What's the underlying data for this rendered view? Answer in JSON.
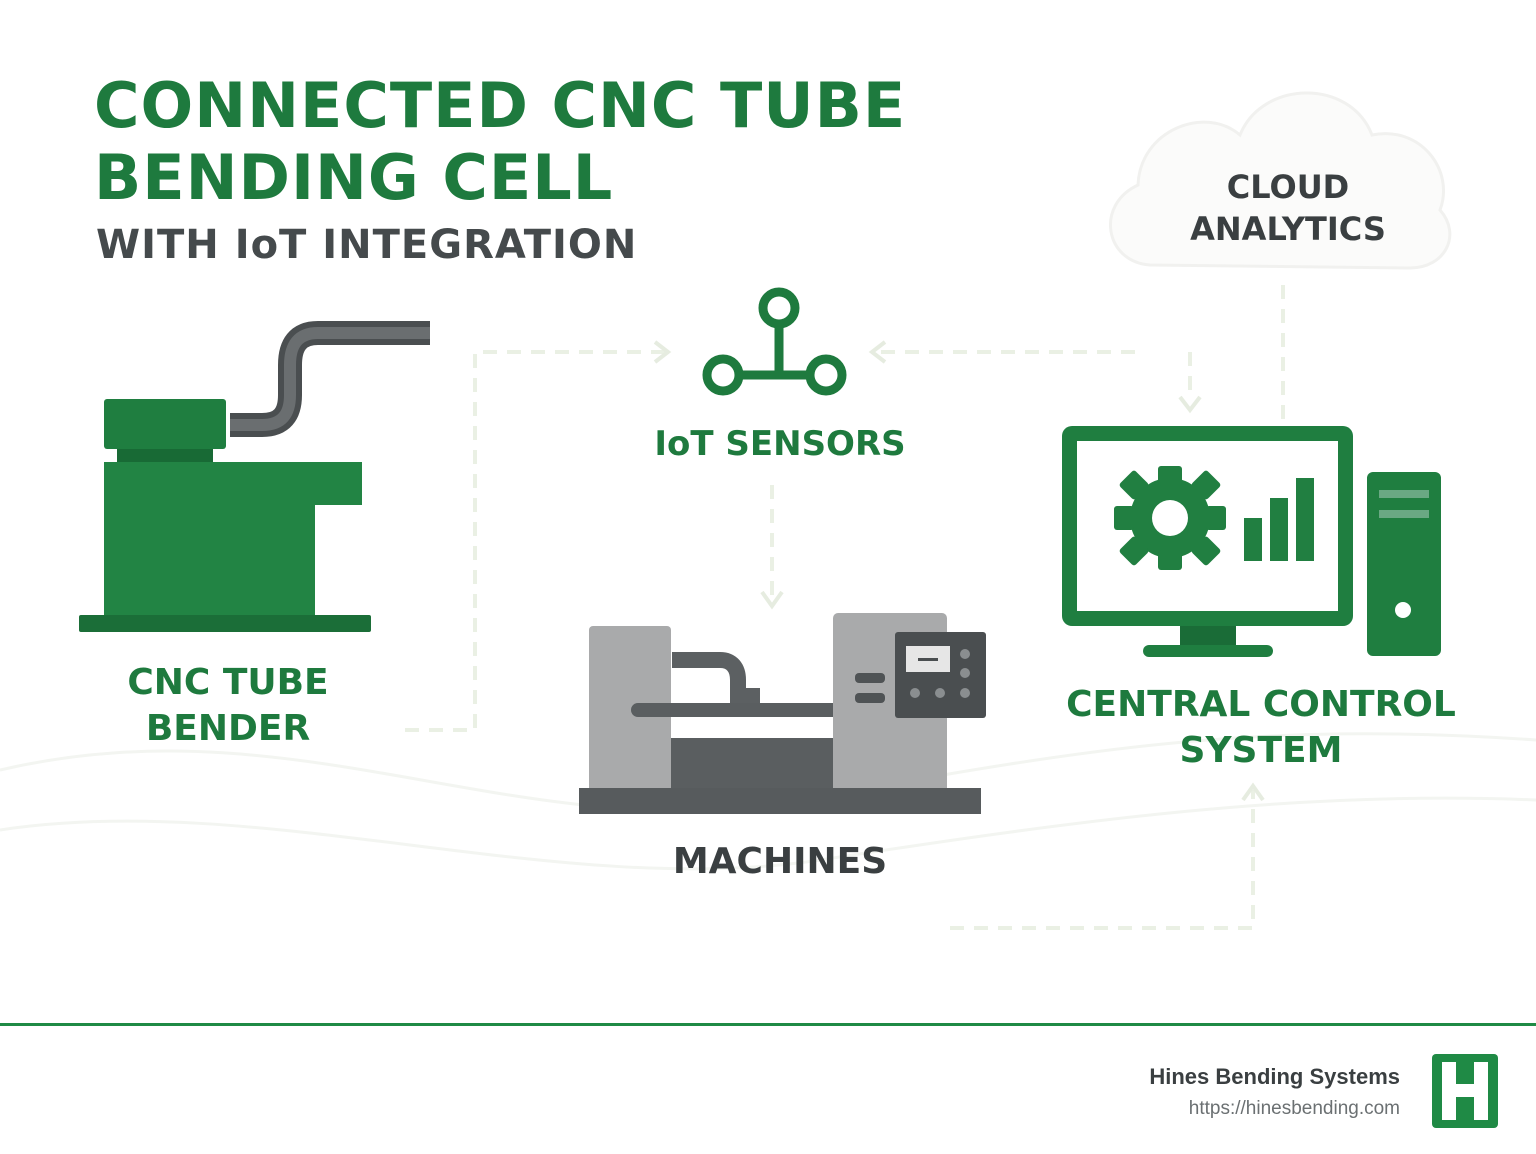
{
  "header": {
    "title": "CONNECTED CNC TUBE\nBENDING CELL",
    "subtitle": "WITH IoT INTEGRATION"
  },
  "nodes": {
    "cloud": {
      "label": "CLOUD\nANALYTICS",
      "icon": "cloud-icon"
    },
    "sensors": {
      "label": "IoT SENSORS",
      "icon": "iot-node-icon"
    },
    "bender": {
      "label": "CNC TUBE\nBENDER",
      "icon": "tube-bender-icon"
    },
    "machines": {
      "label": "MACHINES",
      "icon": "machine-icon"
    },
    "control": {
      "label": "CENTRAL CONTROL\nSYSTEM",
      "icon": "computer-monitor-icon"
    }
  },
  "footer": {
    "company": "Hines Bending Systems",
    "url": "https://hinesbending.com",
    "logo_letter": "H"
  },
  "colors": {
    "brand_green": "#1e7a3e",
    "dark_gray": "#3a3f41",
    "machine_gray": "#a9aaab",
    "connector": "#eef2e9"
  }
}
